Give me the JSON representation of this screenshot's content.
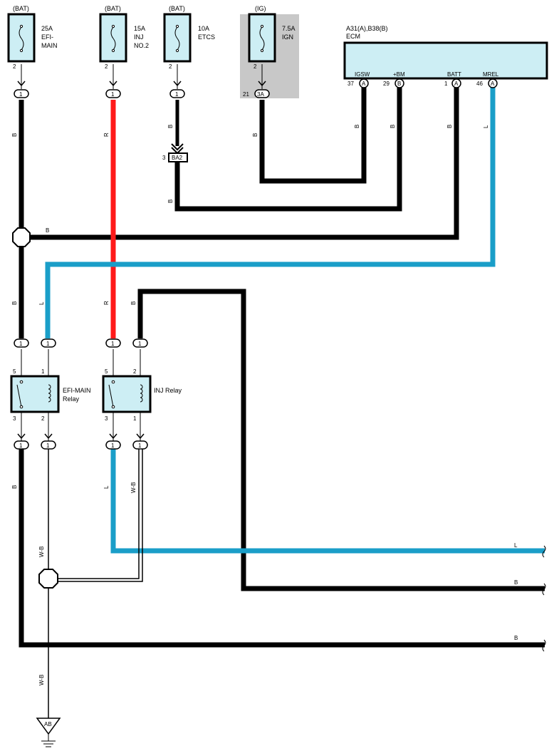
{
  "fuses": [
    {
      "source": "(BAT)",
      "rating": "25A",
      "name1": "EFI-",
      "name2": "MAIN",
      "pin": "2"
    },
    {
      "source": "(BAT)",
      "rating": "15A",
      "name1": "INJ",
      "name2": "NO.2",
      "pin": "2"
    },
    {
      "source": "(BAT)",
      "rating": "10A",
      "name1": "ETCS",
      "name2": "",
      "pin": "2"
    },
    {
      "source": "(IG)",
      "rating": "7.5A",
      "name1": "IGN",
      "name2": "",
      "pin": "2"
    }
  ],
  "ig_connector": {
    "pin": "21",
    "label": "3A"
  },
  "ecm": {
    "connectors": "A31(A),B38(B)",
    "name": "ECM",
    "pins": [
      {
        "name": "IGSW",
        "num": "37",
        "conn": "A"
      },
      {
        "name": "+BM",
        "num": "29",
        "conn": "B"
      },
      {
        "name": "BATT",
        "num": "1",
        "conn": "A"
      },
      {
        "name": "MREL",
        "num": "46",
        "conn": "A"
      }
    ]
  },
  "connector_label": "1",
  "ba2": {
    "pin": "3",
    "label": "BA2"
  },
  "relays": [
    {
      "line1": "EFI-MAIN",
      "line2": "Relay",
      "pin_tl": "5",
      "pin_tr": "1",
      "pin_bl": "3",
      "pin_br": "2"
    },
    {
      "line1": "INJ Relay",
      "line2": "",
      "pin_tl": "5",
      "pin_tr": "2",
      "pin_bl": "3",
      "pin_br": "1"
    }
  ],
  "wire_colors": {
    "B": "B",
    "R": "R",
    "L": "L",
    "WB": "W-B"
  },
  "ground": "AB",
  "colors": {
    "black": "#000000",
    "red": "#ff1a1a",
    "blue": "#1a9ec8",
    "box": "#cdeef4",
    "ig_shade": "#c8c8c8"
  }
}
